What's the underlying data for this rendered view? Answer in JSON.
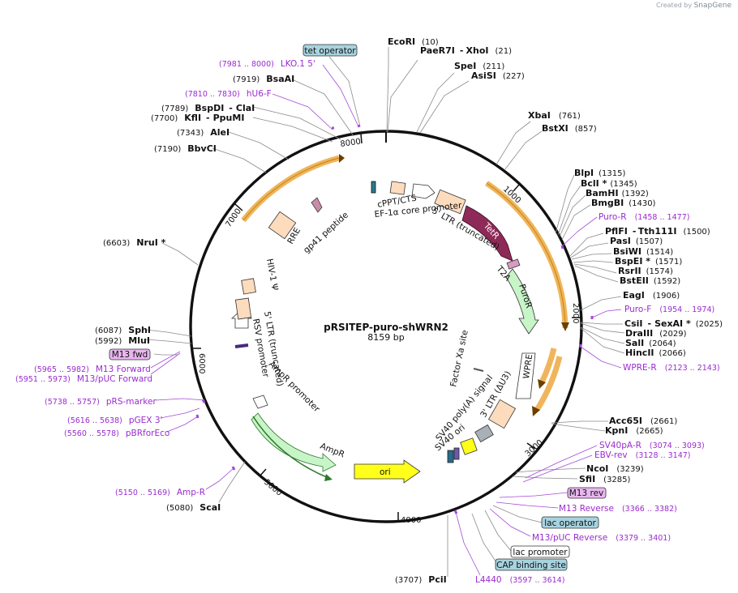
{
  "credit": {
    "prefix": "Created by",
    "brand": "SnapGene"
  },
  "plasmid": {
    "name": "pRSITEP-puro-shWRN2",
    "length": "8159 bp"
  },
  "ticks": [
    "1000",
    "2000",
    "3000",
    "4000",
    "5000",
    "6000",
    "7000",
    "8000"
  ],
  "sites": [
    {
      "name": "EcoRI",
      "pos": "(10)"
    },
    {
      "name": "PaeR7I",
      "sep": "-",
      "name2": "XhoI",
      "pos": "(21)"
    },
    {
      "name": "SpeI",
      "pos": "(211)"
    },
    {
      "name": "AsiSI",
      "pos": "(227)"
    },
    {
      "name": "XbaI",
      "pos": "(761)"
    },
    {
      "name": "BstXI",
      "pos": "(857)"
    },
    {
      "name": "BlpI",
      "pos": "(1315)"
    },
    {
      "name": "BclI *",
      "pos": "(1345)"
    },
    {
      "name": "BamHI",
      "pos": "(1392)"
    },
    {
      "name": "BmgBI",
      "pos": "(1430)"
    },
    {
      "name": "PflFI",
      "sep": "-",
      "name2": "Tth111I",
      "pos": "(1500)"
    },
    {
      "name": "PasI",
      "pos": "(1507)"
    },
    {
      "name": "BsiWI",
      "pos": "(1514)"
    },
    {
      "name": "BspEI *",
      "pos": "(1571)"
    },
    {
      "name": "RsrII",
      "pos": "(1574)"
    },
    {
      "name": "BstEII",
      "pos": "(1592)"
    },
    {
      "name": "EagI",
      "pos": "(1906)"
    },
    {
      "name": "CsiI",
      "sep": "-",
      "name2": "SexAI *",
      "pos": "(2025)"
    },
    {
      "name": "DraIII",
      "pos": "(2029)"
    },
    {
      "name": "SalI",
      "pos": "(2064)"
    },
    {
      "name": "HincII",
      "pos": "(2066)"
    },
    {
      "name": "Acc65I",
      "pos": "(2661)"
    },
    {
      "name": "KpnI",
      "pos": "(2665)"
    },
    {
      "name": "NcoI",
      "pos": "(3239)"
    },
    {
      "name": "SfiI",
      "pos": "(3285)"
    },
    {
      "name": "PciI",
      "pos": "(3707)"
    },
    {
      "name": "ScaI",
      "pos": "(5080)"
    },
    {
      "name": "MluI",
      "pos": "(5992)"
    },
    {
      "name": "SphI",
      "pos": "(6087)"
    },
    {
      "name": "NruI *",
      "pos": "(6603)"
    },
    {
      "name": "BbvCI",
      "pos": "(7190)"
    },
    {
      "name": "AleI",
      "pos": "(7343)"
    },
    {
      "name": "KflI",
      "sep": "-",
      "name2": "PpuMI",
      "pos": "(7700)"
    },
    {
      "name": "BspDI",
      "sep": "-",
      "name2": "ClaI",
      "pos": "(7789)"
    },
    {
      "name": "BsaAI",
      "pos": "(7919)"
    }
  ],
  "primers": [
    {
      "name": "LKO.1 5'",
      "pos": "(7981 .. 8000)"
    },
    {
      "name": "hU6-F",
      "pos": "(7810 .. 7830)"
    },
    {
      "name": "Puro-R",
      "pos": "(1458 .. 1477)"
    },
    {
      "name": "Puro-F",
      "pos": "(1954 .. 1974)"
    },
    {
      "name": "WPRE-R",
      "pos": "(2123 .. 2143)"
    },
    {
      "name": "SV40pA-R",
      "pos": "(3074 .. 3093)"
    },
    {
      "name": "EBV-rev",
      "pos": "(3128 .. 3147)"
    },
    {
      "name": "M13 Reverse",
      "pos": "(3366 .. 3382)"
    },
    {
      "name": "M13/pUC Reverse",
      "pos": "(3379 .. 3401)"
    },
    {
      "name": "L4440",
      "pos": "(3597 .. 3614)"
    },
    {
      "name": "Amp-R",
      "pos": "(5150 .. 5169)"
    },
    {
      "name": "pBRforEco",
      "pos": "(5560 .. 5578)"
    },
    {
      "name": "pGEX 3'",
      "pos": "(5616 .. 5638)"
    },
    {
      "name": "pRS-marker",
      "pos": "(5738 .. 5757)"
    },
    {
      "name": "M13/pUC Forward",
      "pos": "(5951 .. 5973)"
    },
    {
      "name": "M13 Forward",
      "pos": "(5965 .. 5982)"
    }
  ],
  "boxed_labels": {
    "tet_operator": "tet operator",
    "m13_fwd": "M13 fwd",
    "m13_rev": "M13 rev",
    "lac_operator": "lac operator",
    "lac_promoter": "lac promoter",
    "cap_site": "CAP binding site"
  },
  "features": {
    "cppt": "cPPT/CTS",
    "ef1a": "EF-1α core promoter",
    "ltr5_trunc": "5' LTR (truncated)",
    "tetr": "TetR",
    "t2a": "T2A",
    "puror": "PuroR",
    "wpre": "WPRE",
    "factor_xa": "Factor Xa site",
    "ltr3": "3' LTR (ΔU3)",
    "sv40_polya": "SV40 poly(A) signal",
    "sv40_ori": "SV40 ori",
    "ori": "ori",
    "ampr": "AmpR",
    "ampr_promoter": "AmpR promoter",
    "rsv": "RSV promoter",
    "ltr5": "5' LTR (truncated)",
    "hiv": "HIV-1 Ψ",
    "rre": "RRE",
    "gp41": "gp41 peptide"
  },
  "colors": {
    "backbone": "#111111",
    "primer": "#9a2bd0",
    "site_lead": "#8a8a8a",
    "orange_band": "#f0b55c",
    "tetr": "#8e2a58",
    "puror": "#c8f5c8",
    "ori": "#ffff1a",
    "feature_box": "#fddcbd",
    "boxed_feature": "#a7d3df",
    "boxed_primer": "#e9b6f0"
  }
}
